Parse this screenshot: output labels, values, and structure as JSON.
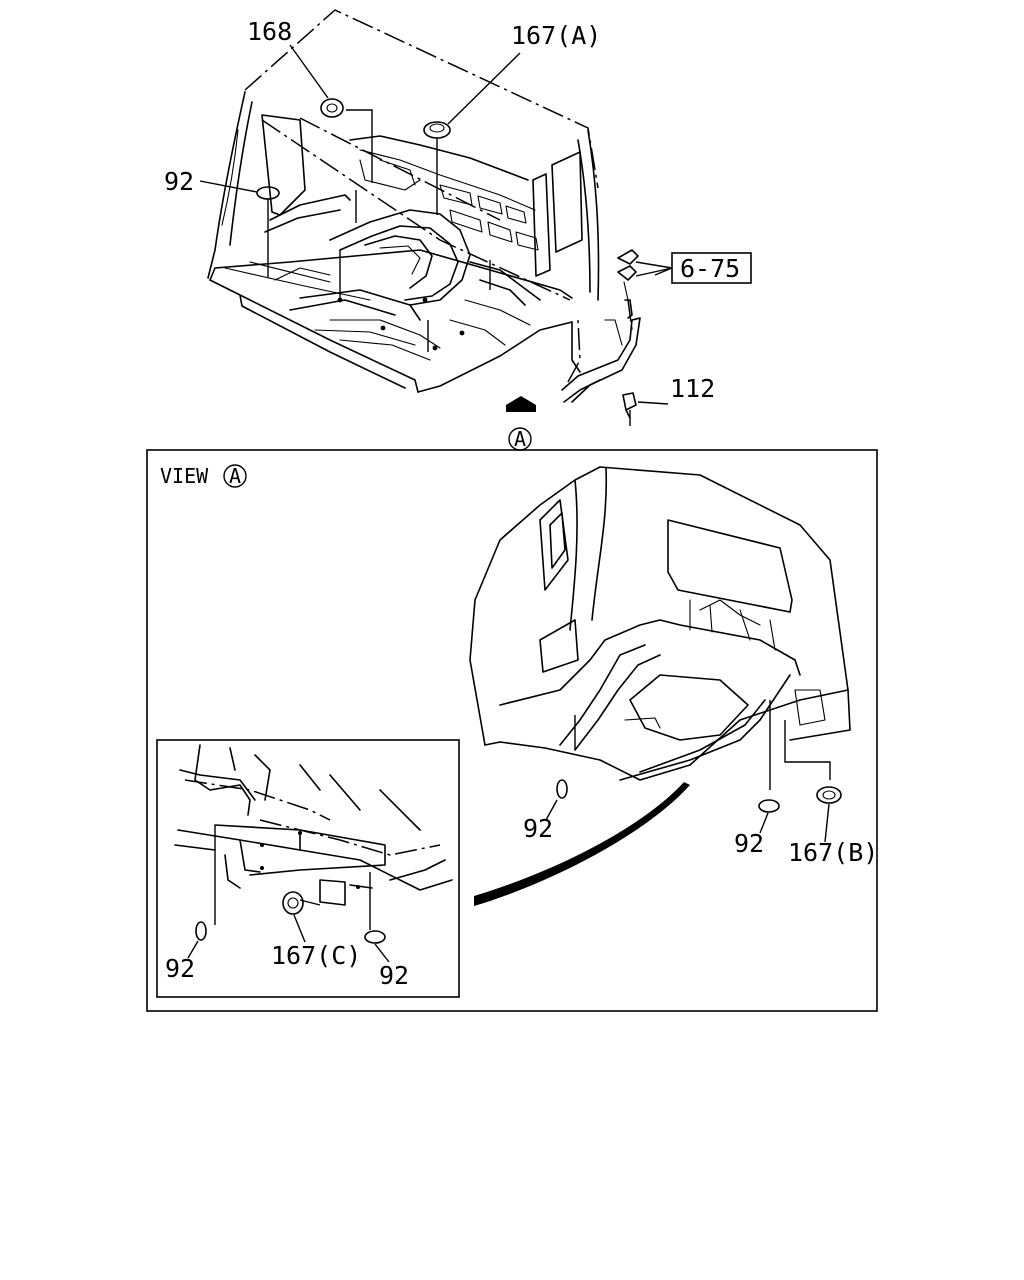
{
  "labels": {
    "p168": "168",
    "p167a": "167(A)",
    "p92_top": "92",
    "ref": "6-75",
    "p112": "112",
    "arrow_a": "A",
    "view_title": "VIEW",
    "view_letter": "A",
    "p92_v1": "92",
    "p92_v2": "92",
    "p167b": "167(B)",
    "p92_i1": "92",
    "p167c": "167(C)",
    "p92_i2": "92"
  }
}
